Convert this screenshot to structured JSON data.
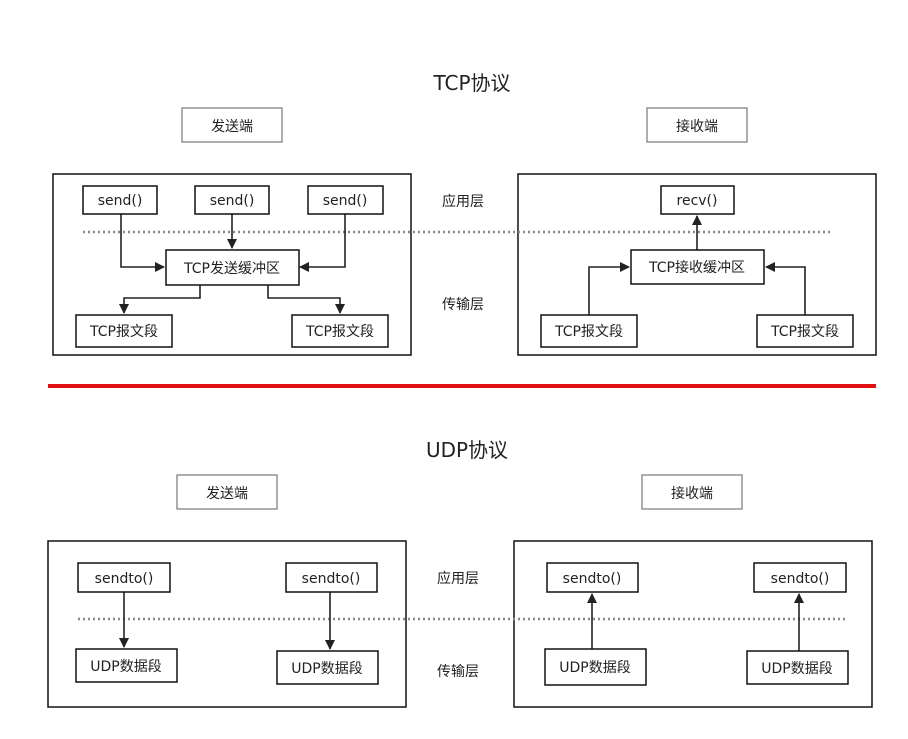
{
  "tcp": {
    "title": "TCP协议",
    "sender_label": "发送端",
    "receiver_label": "接收端",
    "layer_app": "应用层",
    "layer_transport": "传输层",
    "sender": {
      "calls": [
        "send()",
        "send()",
        "send()"
      ],
      "buffer": "TCP发送缓冲区",
      "segments": [
        "TCP报文段",
        "TCP报文段"
      ]
    },
    "receiver": {
      "call": "recv()",
      "buffer": "TCP接收缓冲区",
      "segments": [
        "TCP报文段",
        "TCP报文段"
      ]
    }
  },
  "separator_color": "#e01010",
  "udp": {
    "title": "UDP协议",
    "sender_label": "发送端",
    "receiver_label": "接收端",
    "layer_app": "应用层",
    "layer_transport": "传输层",
    "sender": {
      "calls": [
        "sendto()",
        "sendto()"
      ],
      "datagrams": [
        "UDP数据段",
        "UDP数据段"
      ]
    },
    "receiver": {
      "calls": [
        "sendto()",
        "sendto()"
      ],
      "datagrams": [
        "UDP数据段",
        "UDP数据段"
      ]
    }
  }
}
